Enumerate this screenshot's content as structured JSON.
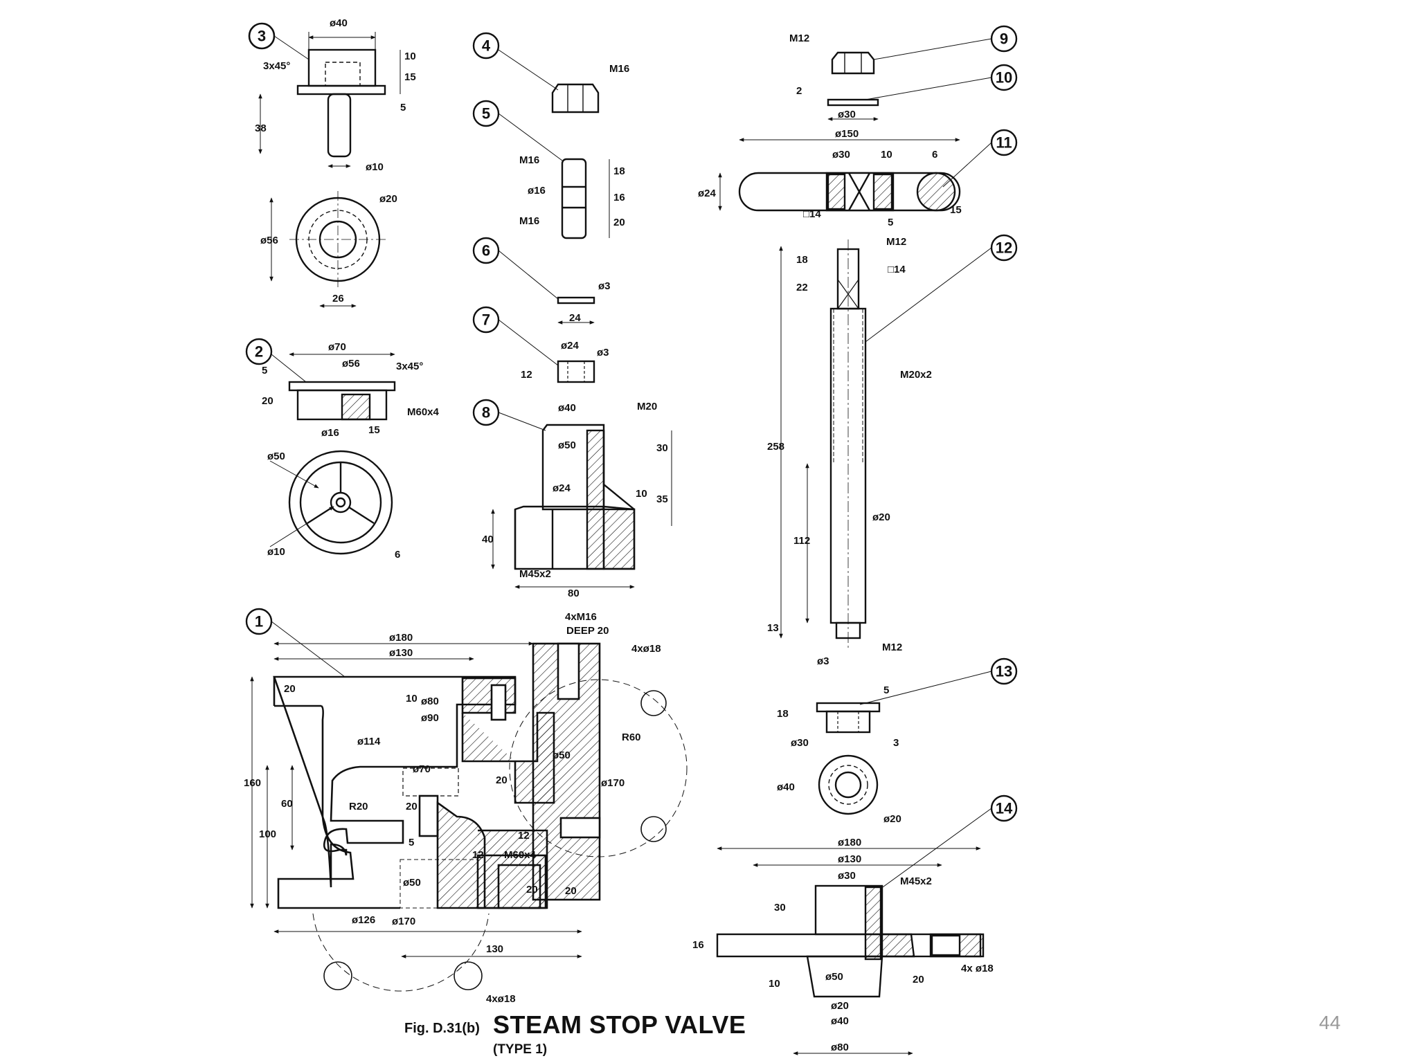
{
  "figure": {
    "label": "Fig. D.31(b)",
    "title": "STEAM STOP VALVE",
    "subtitle": "(TYPE 1)"
  },
  "page_number": "44",
  "balloons": [
    "1",
    "2",
    "3",
    "4",
    "5",
    "6",
    "7",
    "8",
    "9",
    "10",
    "11",
    "12",
    "13",
    "14"
  ],
  "dims": {
    "p3": [
      "ø40",
      "3x45°",
      "10",
      "15",
      "5",
      "38",
      "ø10",
      "ø20",
      "ø56",
      "26"
    ],
    "p2": [
      "ø70",
      "ø56",
      "3x45°",
      "5",
      "20",
      "M60x4",
      "ø16",
      "15",
      "ø50",
      "ø10",
      "6"
    ],
    "p4": [
      "M16"
    ],
    "p5": [
      "M16",
      "ø16",
      "M16",
      "18",
      "16",
      "20"
    ],
    "p6": [
      "ø3",
      "24"
    ],
    "p7": [
      "ø24",
      "ø3",
      "12"
    ],
    "p8": [
      "ø40",
      "M20",
      "ø50",
      "30",
      "ø24",
      "10",
      "35",
      "40",
      "M45x2",
      "80"
    ],
    "p9": [
      "M12"
    ],
    "p10": [
      "2",
      "ø30"
    ],
    "p11": [
      "ø150",
      "ø30",
      "10",
      "6",
      "ø24",
      "□14",
      "5",
      "15"
    ],
    "p12": [
      "M12",
      "□14",
      "18",
      "22",
      "M20x2",
      "258",
      "ø20",
      "112",
      "13",
      "ø3",
      "M12"
    ],
    "p13": [
      "5",
      "18",
      "ø30",
      "3",
      "ø40",
      "ø20"
    ],
    "p14": [
      "ø180",
      "ø130",
      "ø30",
      "M45x2",
      "30",
      "16",
      "ø50",
      "20",
      "10",
      "ø20",
      "ø40",
      "ø80",
      "4x ø18"
    ],
    "p1": [
      "4xM16",
      "DEEP 20",
      "4xø18",
      "ø180",
      "ø130",
      "20",
      "ø80",
      "10",
      "ø90",
      "ø114",
      "R60",
      "ø50",
      "ø170",
      "ø70",
      "20",
      "20",
      "160",
      "60",
      "R20",
      "12",
      "5",
      "12",
      "M60x4",
      "100",
      "ø50",
      "20",
      "20",
      "ø126",
      "ø170",
      "130",
      "4xø18"
    ]
  }
}
